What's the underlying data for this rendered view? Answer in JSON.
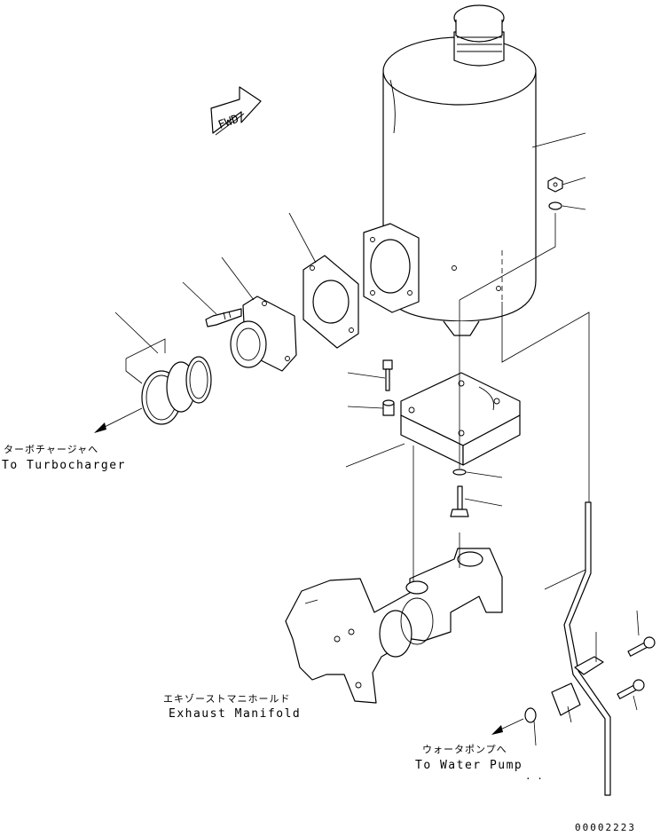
{
  "fwd_label": "FWD",
  "labels": {
    "turbo_jp": "ターボチャージャへ",
    "turbo_en": "To Turbocharger",
    "manifold_jp": "エキゾーストマニホールド",
    "manifold_en": "Exhaust Manifold",
    "pump_jp": "ウォータポンプへ",
    "pump_en": "To Water Pump"
  },
  "drawing_code": "00002223"
}
